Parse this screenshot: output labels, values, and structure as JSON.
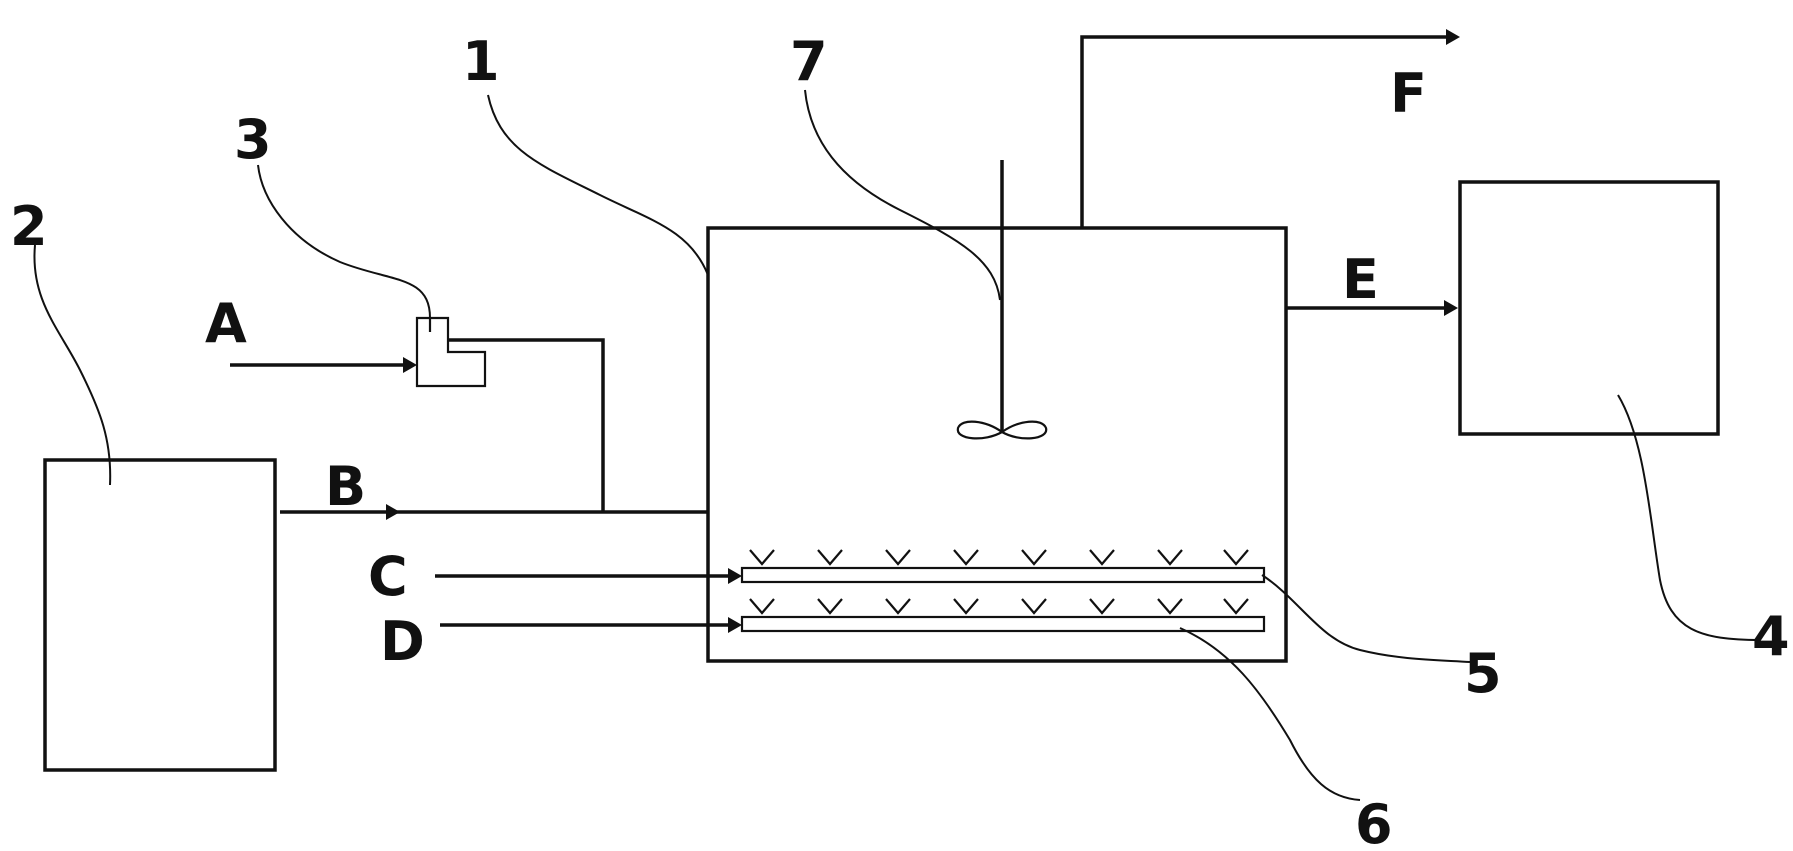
{
  "components": {
    "reactor": "1",
    "tank_left": "2",
    "doser": "3",
    "receiver": "4",
    "upper_sparger": "5",
    "lower_sparger": "6",
    "agitator": "7"
  },
  "streams": {
    "a": "A",
    "b": "B",
    "c": "C",
    "d": "D",
    "e": "E",
    "f": "F"
  },
  "colors": {
    "line": "#111111",
    "background": "#ffffff"
  }
}
